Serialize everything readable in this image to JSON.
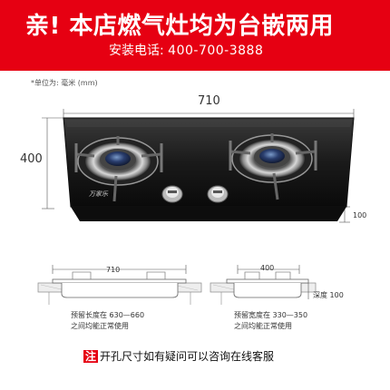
{
  "header": {
    "title": "亲! 本店燃气灶均为台嵌两用",
    "phone_label": "安装电话:",
    "phone_number": "400-700-3888",
    "background_color": "#e60012"
  },
  "unit_label": "*单位为: 毫米 (mm)",
  "dimensions": {
    "width": "710",
    "depth": "400",
    "height": "100"
  },
  "brand": "万家乐",
  "install_left": {
    "width_label": "710",
    "note_line1": "预留长度在 630—660",
    "note_line2": "之间均能正常使用"
  },
  "install_right": {
    "width_label": "400",
    "depth_label": "深度 100",
    "note_line1": "预留宽度在 330—350",
    "note_line2": "之间均能正常使用"
  },
  "footer": {
    "badge": "注",
    "text": "开孔尺寸如有疑问可以咨询在线客服"
  },
  "icons": [
    "burner-icon",
    "knob-icon"
  ]
}
